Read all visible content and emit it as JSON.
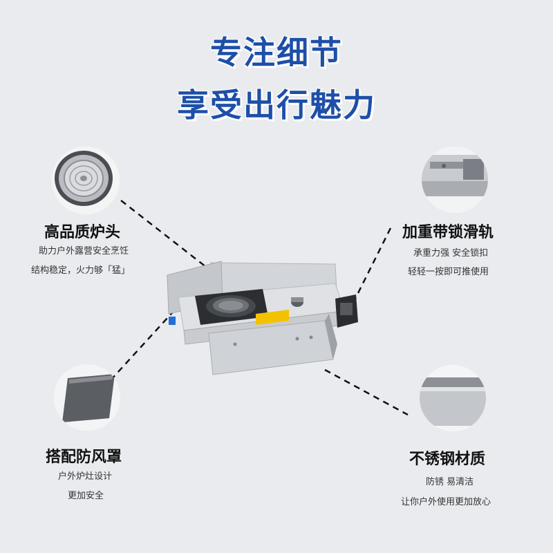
{
  "headline": {
    "line1": "专注细节",
    "line2": "享受出行魅力"
  },
  "features": {
    "burner": {
      "title": "高品质炉头",
      "lines": [
        "助力户外露营安全烹饪",
        "结构稳定，火力够「猛」"
      ]
    },
    "rail": {
      "title": "加重带锁滑轨",
      "lines": [
        "承重力强 安全锁扣",
        "轻轻一按即可推使用"
      ]
    },
    "windshield": {
      "title": "搭配防风罩",
      "lines": [
        "户外炉灶设计",
        "更加安全"
      ]
    },
    "steel": {
      "title": "不锈钢材质",
      "lines": [
        "防锈 易清洁",
        "让你户外使用更加放心"
      ]
    }
  },
  "colors": {
    "headline": "#1e4fa8",
    "background": "#e9ebee",
    "steel": "#c9ccd0",
    "warning_label": "#f2c200",
    "knob_blue": "#1f6fd6"
  }
}
